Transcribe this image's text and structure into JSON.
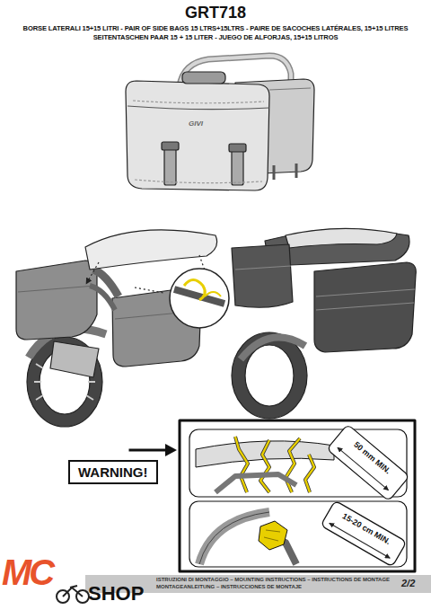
{
  "diagram": {
    "title": "GRT718",
    "nodes": [
      {
        "text": [
          "WARNING!"
        ]
      }
    ],
    "labels": [
      "BORSE LATERALI 15+15 LITRI - PAIR OF SIDE BAGS 15 LTRS+15LTRS - PAIRE DE SACOCHES LATÉRALES, 15+15 LITRES",
      "SEITENTASCHEN PAAR 15 + 15 LITER - JUEGO DE ALFORJAS, 15+15 LITROS",
      "GIVI",
      "50 mm MIN.",
      "15-20 cm MIN.",
      "MC",
      "SHOP",
      "ISTRUZIONI DI MONTAGGIO – MOUNTING INSTRUCTIONS – INSTRUCTIONS DE MONTAGE",
      "MONTAGEANLEITUNG – INSTRUCCIONES DE MONTAJE",
      "2/2"
    ]
  }
}
